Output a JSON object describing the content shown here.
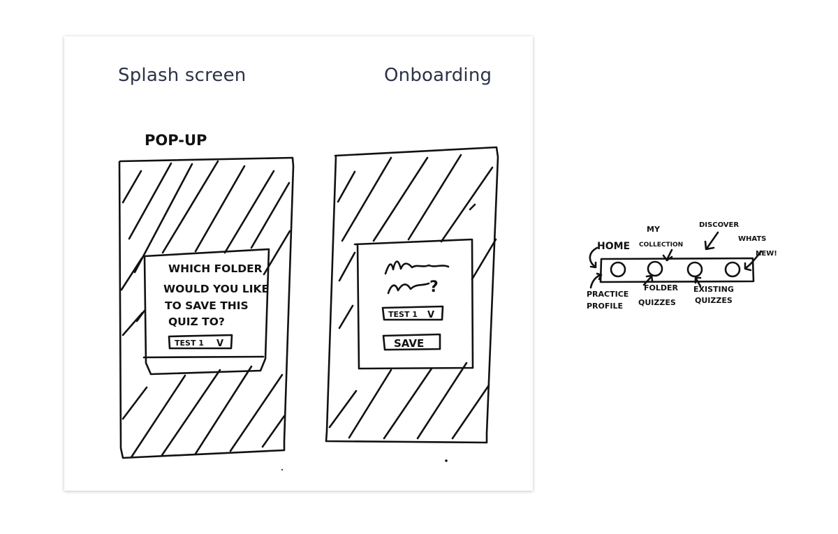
{
  "captions": {
    "splash": "Splash screen",
    "onboarding": "Onboarding"
  },
  "sketch_left": {
    "label": "POP-UP",
    "dialog_lines": [
      "WHICH FOLDER",
      "WOULD YOU LIKE",
      "TO SAVE THIS",
      "QUIZ TO?"
    ],
    "dropdown": "TEST 1",
    "dropdown_chevron": "V"
  },
  "sketch_right": {
    "squiggle_suffix": "?",
    "dropdown": "TEST 1",
    "dropdown_chevron": "V",
    "save_button": "SAVE"
  },
  "navbar_sketch": {
    "labels_top": {
      "home": "HOME",
      "my": "MY",
      "collection": "COLLECTION",
      "discover": "DISCOVER",
      "whats": "WHATS",
      "new": "NEW!"
    },
    "labels_bottom": {
      "practice": "PRACTICE",
      "profile": "PROFILE",
      "folder": "FOLDER",
      "folder_quizzes": "QUIZZES",
      "existing": "EXISTING",
      "existing_quizzes": "QUIZZES"
    },
    "icons": [
      "circle-icon",
      "circle-icon",
      "circle-icon",
      "circle-icon"
    ]
  },
  "colors": {
    "ink": "#111111",
    "caption": "#2b3346",
    "card_bg": "#ffffff"
  }
}
